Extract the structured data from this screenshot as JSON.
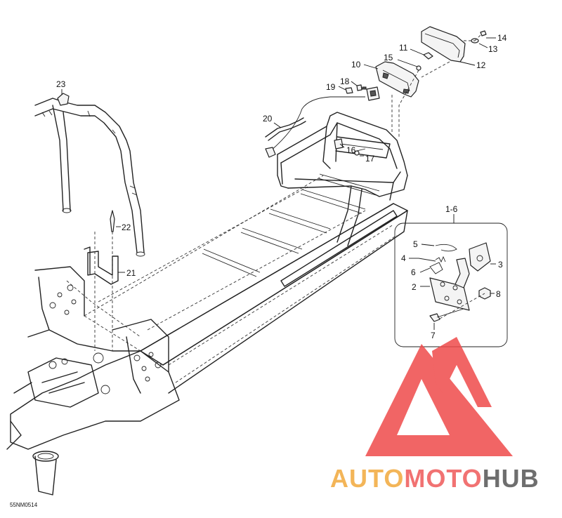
{
  "callouts": [
    {
      "id": "c23",
      "label": "23"
    },
    {
      "id": "c22",
      "label": "22"
    },
    {
      "id": "c21",
      "label": "21"
    },
    {
      "id": "c20",
      "label": "20"
    },
    {
      "id": "c19",
      "label": "19"
    },
    {
      "id": "c18",
      "label": "18"
    },
    {
      "id": "c17",
      "label": "17"
    },
    {
      "id": "c16",
      "label": "16"
    },
    {
      "id": "c15",
      "label": "15"
    },
    {
      "id": "c14",
      "label": "14"
    },
    {
      "id": "c13",
      "label": "13"
    },
    {
      "id": "c12",
      "label": "12"
    },
    {
      "id": "c11",
      "label": "11"
    },
    {
      "id": "c10",
      "label": "10"
    },
    {
      "id": "c16r",
      "label": "1-6"
    },
    {
      "id": "c5",
      "label": "5"
    },
    {
      "id": "c4",
      "label": "4"
    },
    {
      "id": "c6",
      "label": "6"
    },
    {
      "id": "c3",
      "label": "3"
    },
    {
      "id": "c2",
      "label": "2"
    },
    {
      "id": "c8",
      "label": "8"
    },
    {
      "id": "c7",
      "label": "7"
    }
  ],
  "drawing_code": "55NM0514",
  "watermark": {
    "part1": "AUTO",
    "part2": "MOTO",
    "part3": "HUB",
    "color1": "#f2a93b",
    "color2": "#ef5a5a",
    "color3": "#555555",
    "logo_color": "#ef4b4b"
  }
}
